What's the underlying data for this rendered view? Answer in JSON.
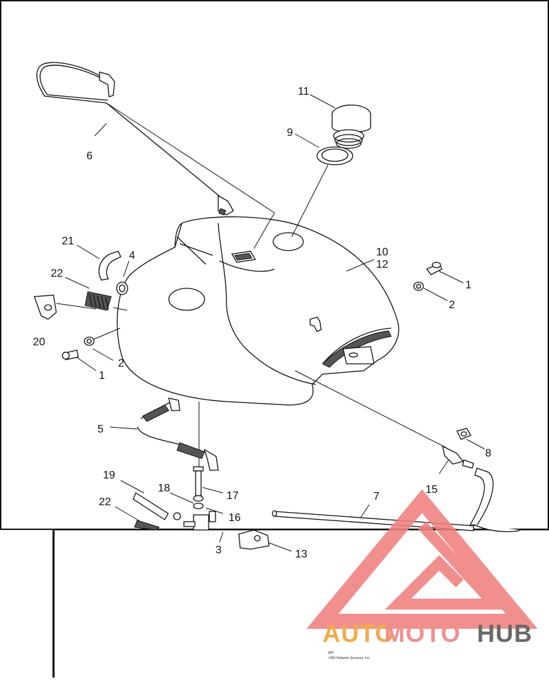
{
  "callouts": [
    {
      "id": "11",
      "text": "11"
    },
    {
      "id": "9",
      "text": "9"
    },
    {
      "id": "6",
      "text": "6"
    },
    {
      "id": "10",
      "text": "10"
    },
    {
      "id": "12",
      "text": "12"
    },
    {
      "id": "21",
      "text": "21"
    },
    {
      "id": "4",
      "text": "4"
    },
    {
      "id": "22a",
      "text": "22"
    },
    {
      "id": "1a",
      "text": "1"
    },
    {
      "id": "2a",
      "text": "2"
    },
    {
      "id": "20",
      "text": "20"
    },
    {
      "id": "2b",
      "text": "2"
    },
    {
      "id": "1b",
      "text": "1"
    },
    {
      "id": "5",
      "text": "5"
    },
    {
      "id": "8",
      "text": "8"
    },
    {
      "id": "15",
      "text": "15"
    },
    {
      "id": "7",
      "text": "7"
    },
    {
      "id": "19",
      "text": "19"
    },
    {
      "id": "18",
      "text": "18"
    },
    {
      "id": "17",
      "text": "17"
    },
    {
      "id": "22b",
      "text": "22"
    },
    {
      "id": "16",
      "text": "16"
    },
    {
      "id": "3",
      "text": "3"
    },
    {
      "id": "13",
      "text": "13"
    }
  ],
  "footer": {
    "copyright_line1": "ight",
    "copyright_line2": "/ ARI Network Services, Inc."
  },
  "watermark": {
    "part1": "AUTO",
    "part2": "MOTO",
    "part3": "HUB",
    "color_primary": "#f0a030",
    "color_secondary": "#f08080",
    "color_dark": "#555555"
  }
}
